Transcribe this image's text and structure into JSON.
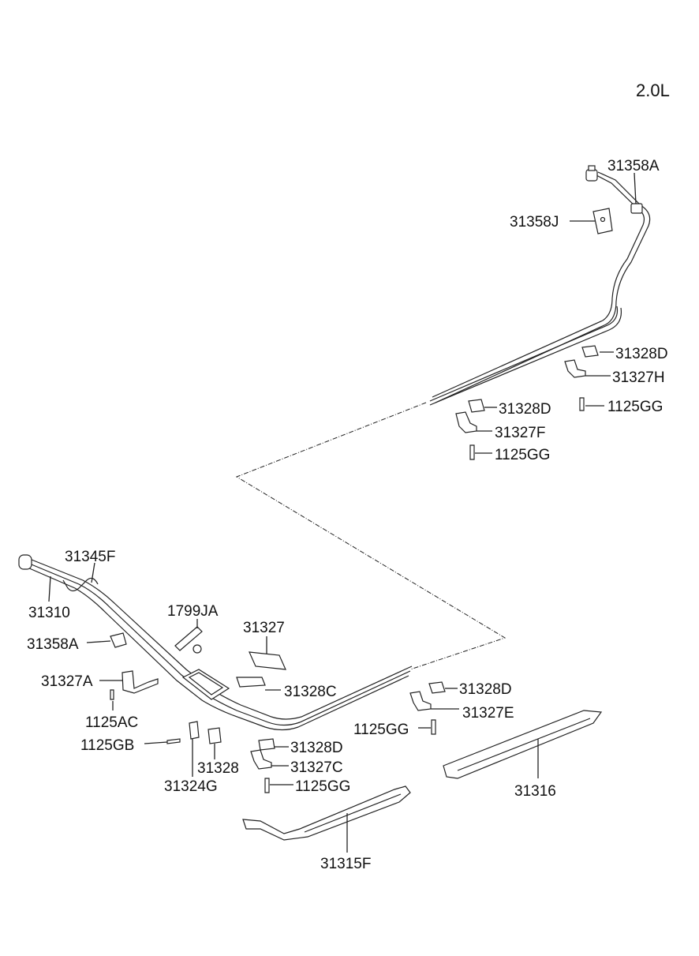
{
  "engine_label": "2.0L",
  "labels": {
    "p31358A_top": "31358A",
    "p31358J": "31358J",
    "p31328D_a": "31328D",
    "p31327H": "31327H",
    "p1125GG_a": "1125GG",
    "p31328D_b": "31328D",
    "p31327F": "31327F",
    "p1125GG_b": "1125GG",
    "p31345F": "31345F",
    "p31310": "31310",
    "p1799JA": "1799JA",
    "p31358A_bot": "31358A",
    "p31327": "31327",
    "p31327A": "31327A",
    "p31328C": "31328C",
    "p1125AC": "1125AC",
    "p31328D_c": "31328D",
    "p31327E": "31327E",
    "p1125GG_c": "1125GG",
    "p1125GB": "1125GB",
    "p31328D_d": "31328D",
    "p31327C": "31327C",
    "p31328": "31328",
    "p1125GG_d": "1125GG",
    "p31324G": "31324G",
    "p31316": "31316",
    "p31315F": "31315F"
  }
}
